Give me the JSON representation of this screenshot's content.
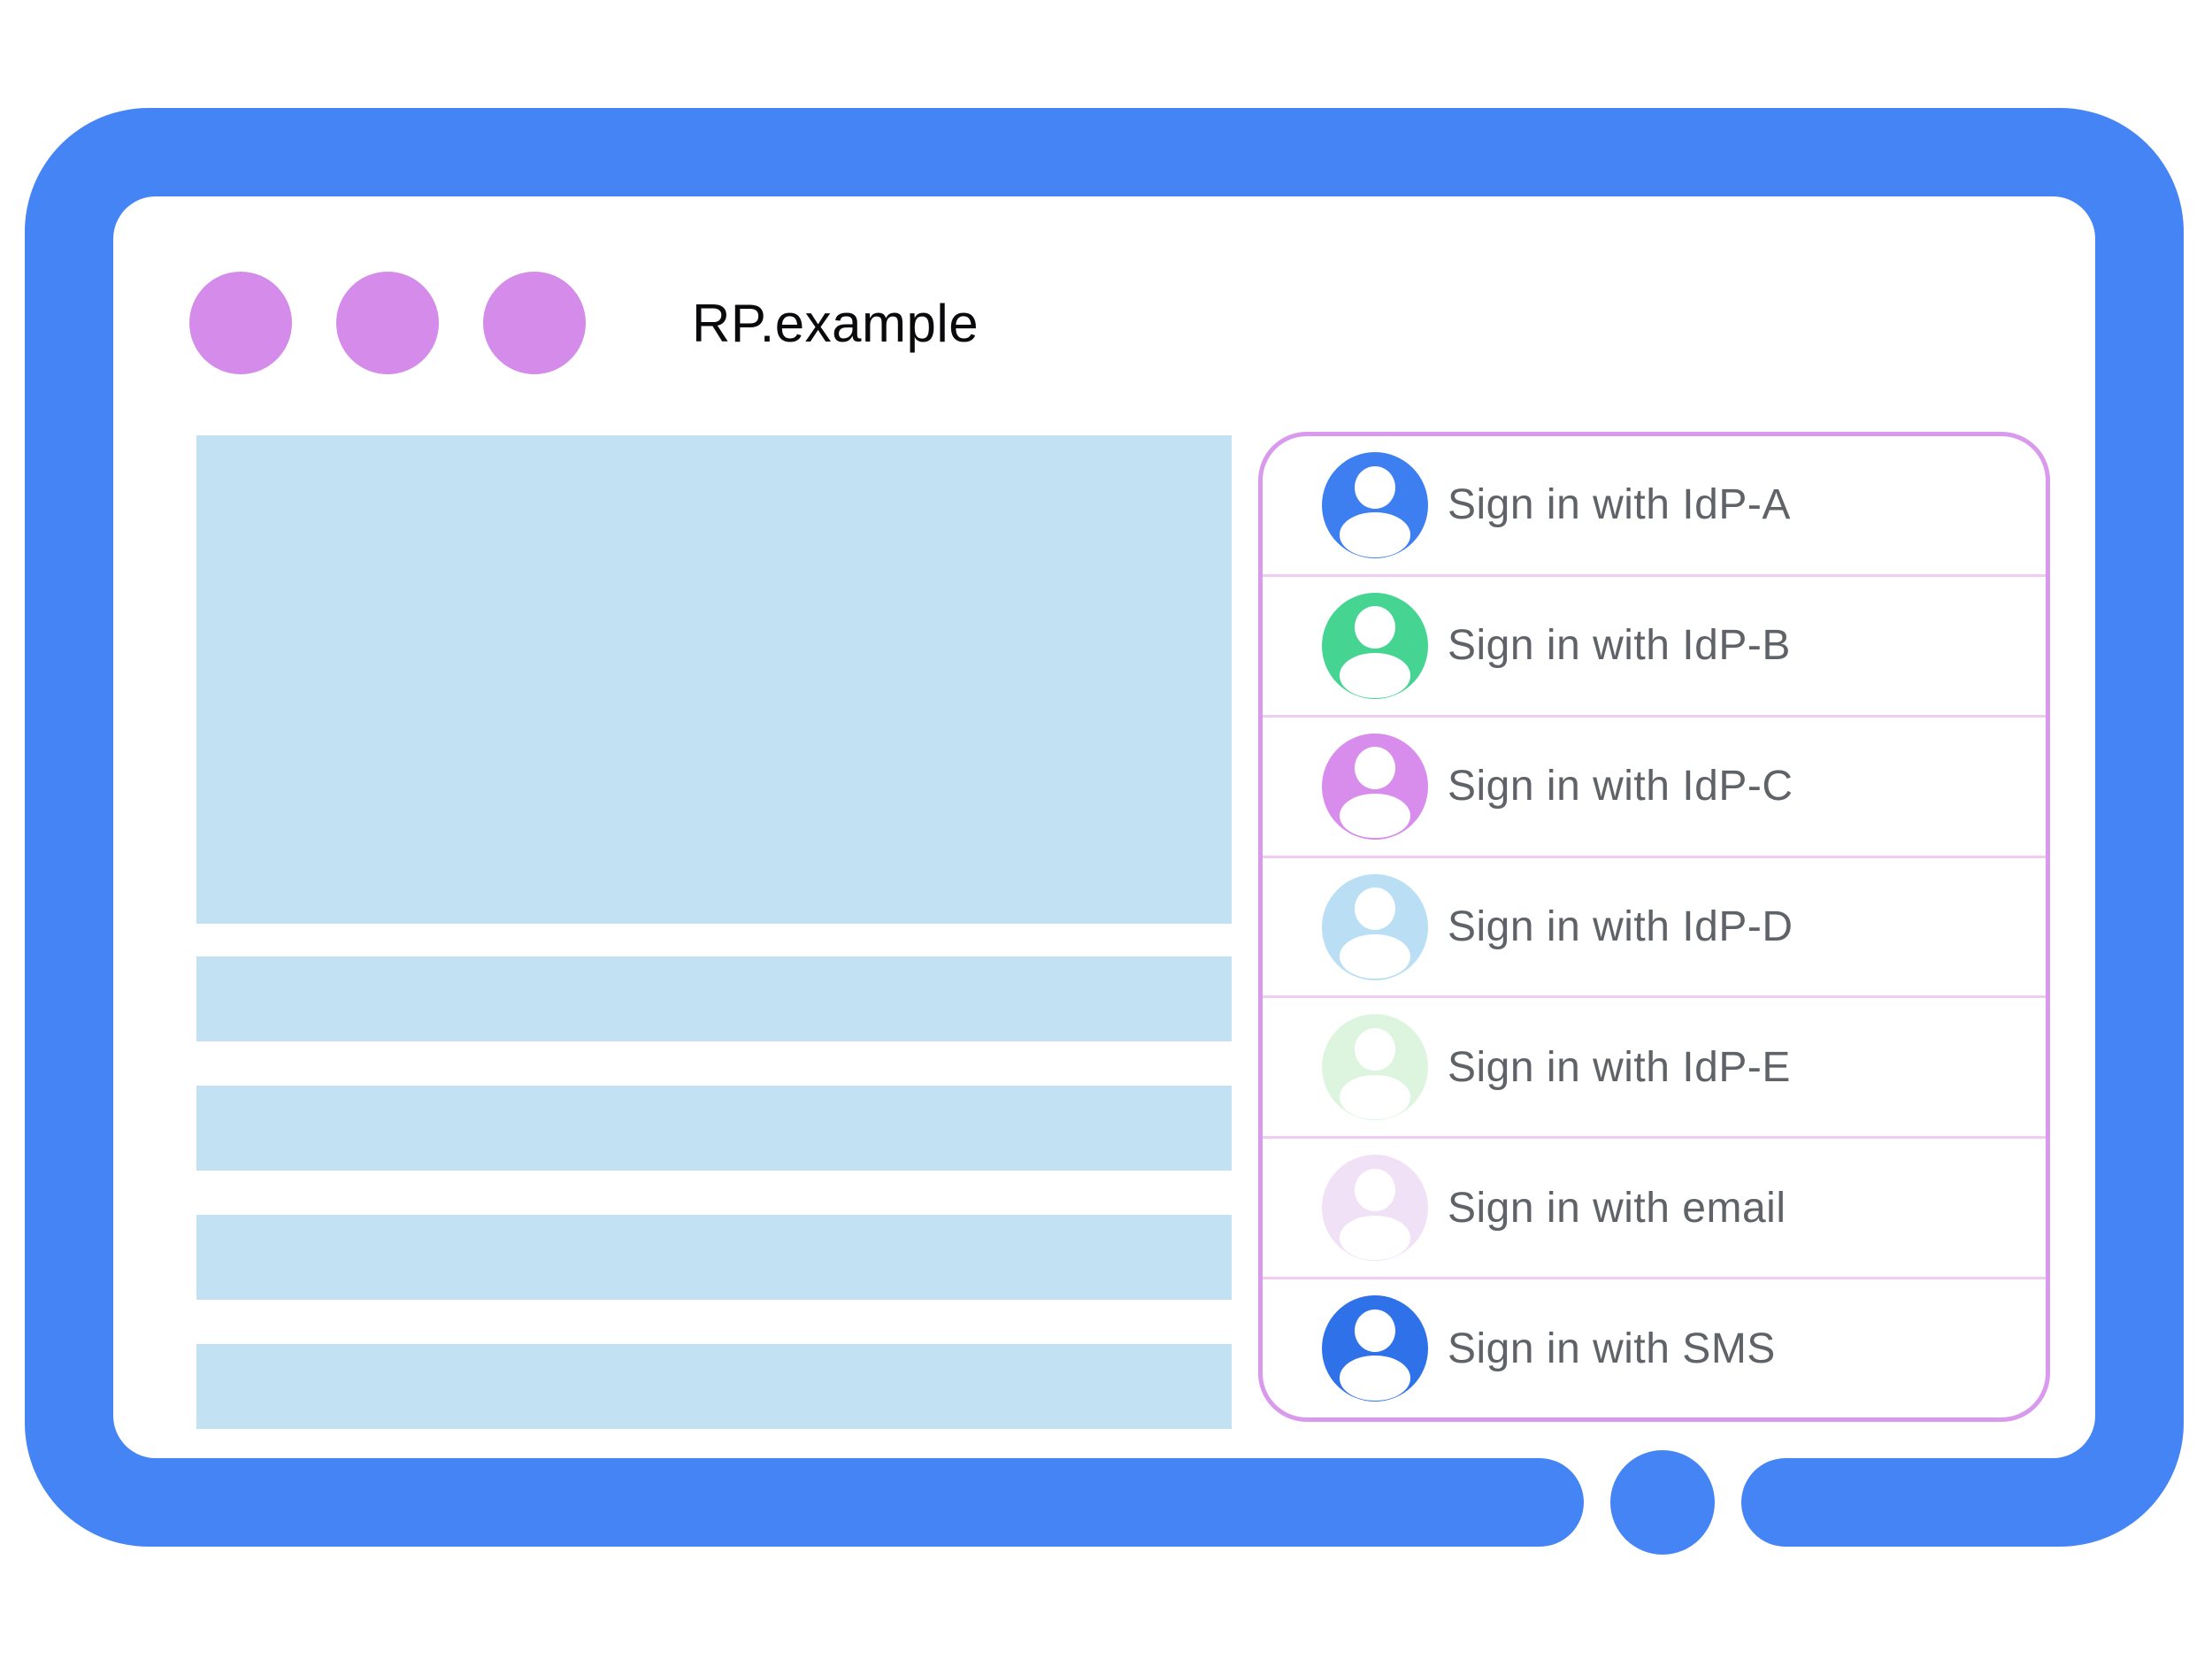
{
  "window": {
    "title": "RP.example",
    "dot_count": 3,
    "colors": {
      "frame_blue": "#4484F4",
      "window_dot": "#D58BE9"
    }
  },
  "content": {
    "placeholder_color": "#C2E2F4",
    "placeholder_blocks": [
      "hero-block",
      "text-line",
      "text-line",
      "text-line",
      "text-line"
    ]
  },
  "signin_panel": {
    "border_color": "#D999EC",
    "divider_color": "#F0CBF2",
    "label_color": "#5F6368",
    "options": [
      {
        "label": "Sign in with IdP-A",
        "icon": "person-icon",
        "avatar_color": "#3D7FF0"
      },
      {
        "label": "Sign in with IdP-B",
        "icon": "person-icon",
        "avatar_color": "#45D492"
      },
      {
        "label": "Sign in with IdP-C",
        "icon": "person-icon",
        "avatar_color": "#D88CEB"
      },
      {
        "label": "Sign in with IdP-D",
        "icon": "person-icon",
        "avatar_color": "#BADEF4"
      },
      {
        "label": "Sign in with IdP-E",
        "icon": "person-icon",
        "avatar_color": "#DDF5DF"
      },
      {
        "label": "Sign in with email",
        "icon": "person-icon",
        "avatar_color": "#F0E1F7"
      },
      {
        "label": "Sign in with SMS",
        "icon": "person-icon",
        "avatar_color": "#2F71E9"
      }
    ]
  },
  "device": {
    "home_button": "home-button",
    "home_button_color": "#4484F4"
  }
}
